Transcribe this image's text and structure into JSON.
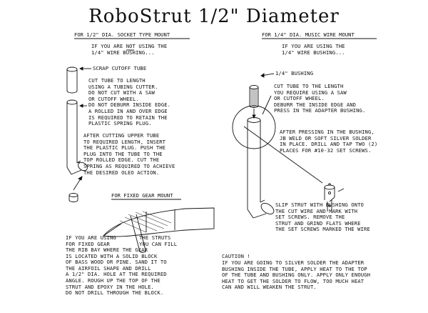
{
  "title": "RoboStrut 1/2\" Diameter",
  "left": {
    "header": "FOR 1/2\" DIA. SOCKET TYPE MOUNT",
    "intro": [
      "IF YOU ARE NOT USING THE",
      "1/4\" WIRE BUSHING..."
    ],
    "intro_underlined_word": "NOT",
    "scrap_label": "SCRAP CUTOFF TUBE",
    "cut_instructions": [
      "CUT TUBE TO LENGTH",
      "USING A TUBING CUTTER.",
      "DO NOT CUT WITH A SAW",
      "OR CUTOFF WHEEL.",
      "DO NOT DEBURR INSIDE EDGE.",
      "A ROLLED IN AND OVER EDGE",
      "IS REQUIRED TO RETAIN THE",
      "PLASTIC SPRING PLUG."
    ],
    "after_instructions": [
      "AFTER CUTTING UPPER TUBE",
      "TO REQUIRED LENGTH, INSERT",
      "THE PLASTIC PLUG. PUSH THE",
      "PLUG INTO THE TUBE TO THE",
      "TOP ROLLED EDGE. CUT THE",
      "SPRING AS REQUIRED TO ACHIEVE",
      "THE DESIRED OLEO ACTION."
    ],
    "fixed_header": "FOR FIXED GEAR MOUNT",
    "fixed_left": [
      "IF YOU ARE USING",
      "FOR FIXED GEAR"
    ],
    "fixed_right": [
      "THE STRUTS",
      "YOU CAN FILL"
    ],
    "fixed_rest": [
      "THE RIB BAY WHERE THE GEAR",
      "IS LOCATED WITH A SOLID BLOCK",
      "OF BASS WOOD OR PINE. SAND IT TO",
      "THE AIRFOIL SHAPE AND DRILL",
      "A 1/2\" DIA. HOLE AT THE REQUIRED",
      "ANGLE. ROUGH UP THE TOP OF THE",
      "STRUT AND EPOXY IN THE HOLE.",
      "DO NOT DRILL THROUGH THE BLOCK."
    ]
  },
  "right": {
    "header": "FOR 1/4\" DIA. MUSIC WIRE MOUNT",
    "intro": [
      "IF YOU ARE USING THE",
      "1/4\" WIRE BUSHING..."
    ],
    "bushing_label": "1/4\" BUSHING",
    "cut_instructions": [
      "CUT TUBE TO THE LENGTH",
      "YOU REQUIRE USING A SAW",
      "OR CUTOFF WHEEL.",
      "DEBURR THE INSIDE EDGE AND",
      "PRESS IN THE ADAPTER BUSHING."
    ],
    "after_instructions": [
      "AFTER PRESSING IN THE BUSHING,",
      "JB WELD OR SOFT SILVER SOLDER",
      "IN PLACE. DRILL AND TAP TWO (2)",
      "PLACES FOR #10-32 SET SCREWS."
    ],
    "slip_instructions": [
      "SLIP STRUT WITH BUSHING ONTO",
      "THE CUT WIRE AND MARK WITH",
      "SET SCREWS. REMOVE THE",
      "STRUT AND GRIND FLATS WHERE",
      "THE SET SCREWS MARKED THE WIRE"
    ],
    "caution_title": "CAUTION !",
    "caution": [
      "IF YOU ARE GOING TO SILVER SOLDER THE ADAPTER",
      "BUSHING INSIDE THE TUBE, APPLY HEAT TO THE TOP",
      "OF THE TUBE AND BUSHING ONLY. APPLY ONLY ENOUGH",
      "HEAT TO GET THE SOLDER TO FLOW, TOO MUCH HEAT",
      "CAN AND WILL WEAKEN THE STRUT."
    ]
  }
}
